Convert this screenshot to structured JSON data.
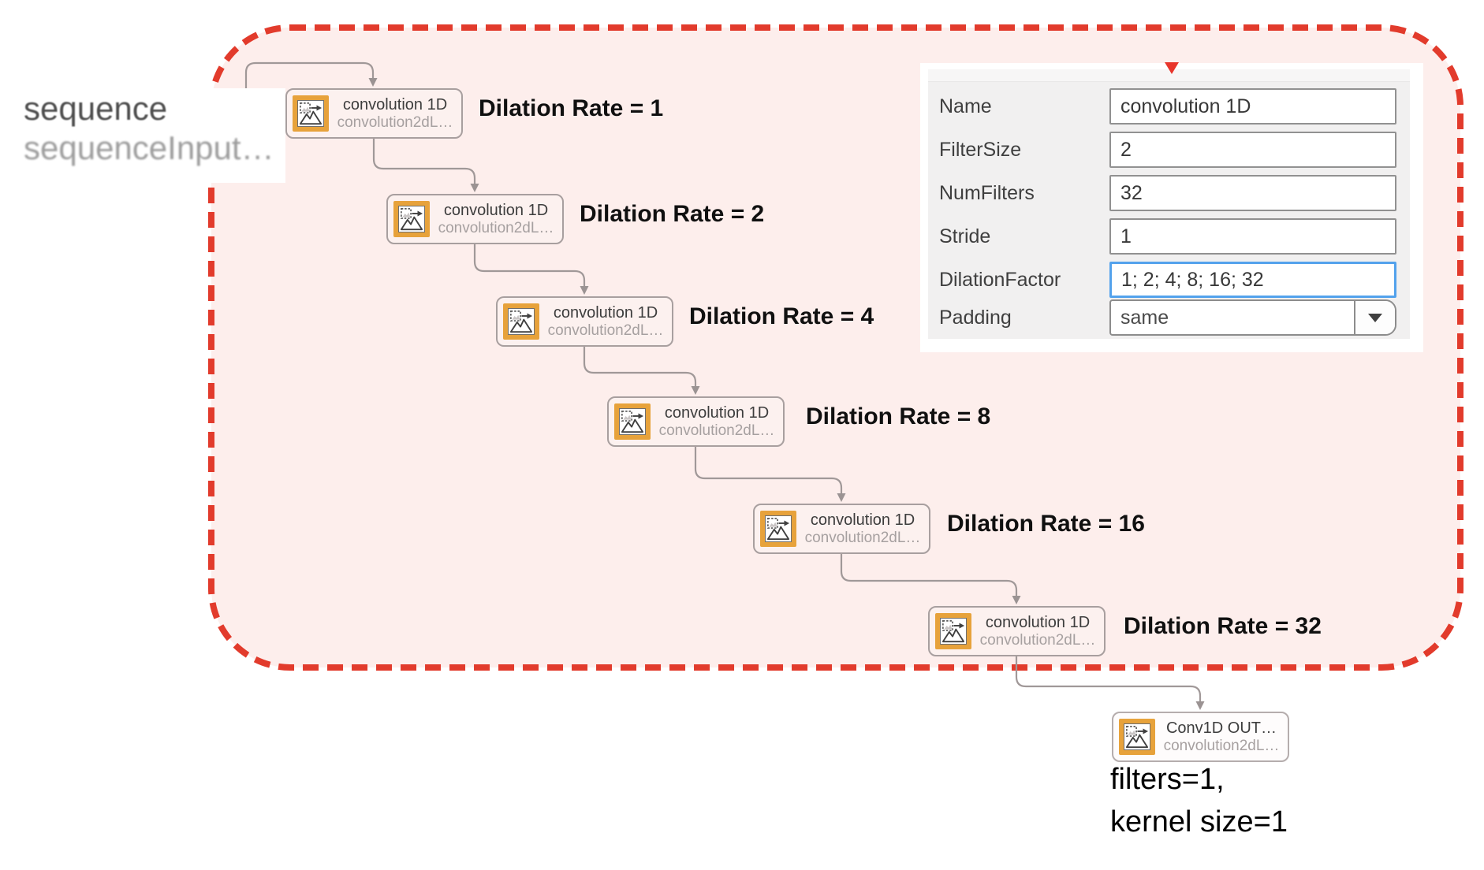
{
  "canvas": {
    "sequence_node": {
      "title": "sequence",
      "subtitle": "sequenceInput…"
    },
    "conv_blocks": [
      {
        "title": "convolution 1D",
        "subtitle": "convolution2dL…",
        "annotation": "Dilation Rate = 1"
      },
      {
        "title": "convolution 1D",
        "subtitle": "convolution2dL…",
        "annotation": "Dilation Rate = 2"
      },
      {
        "title": "convolution 1D",
        "subtitle": "convolution2dL…",
        "annotation": "Dilation Rate = 4"
      },
      {
        "title": "convolution 1D",
        "subtitle": "convolution2dL…",
        "annotation": "Dilation Rate = 8"
      },
      {
        "title": "convolution 1D",
        "subtitle": "convolution2dL…",
        "annotation": "Dilation Rate = 16"
      },
      {
        "title": "convolution 1D",
        "subtitle": "convolution2dL…",
        "annotation": "Dilation Rate = 32"
      }
    ],
    "output_block": {
      "title": "Conv1D OUT…",
      "subtitle": "convolution2dL…"
    },
    "output_note": {
      "line1": "filters=1,",
      "line2": "kernel size=1"
    }
  },
  "panel": {
    "fields": [
      {
        "label": "Name",
        "value": "convolution 1D"
      },
      {
        "label": "FilterSize",
        "value": "2"
      },
      {
        "label": "NumFilters",
        "value": "32"
      },
      {
        "label": "Stride",
        "value": "1"
      },
      {
        "label": "DilationFactor",
        "value": "1; 2; 4; 8; 16; 32"
      },
      {
        "label": "Padding",
        "value": "same"
      }
    ]
  },
  "colors": {
    "region_fill": "#fdeeec",
    "region_border": "#e23b2c",
    "focus_blue": "#53a2ec",
    "icon_orange": "#e7a23b",
    "connector_gray": "#a09898"
  }
}
